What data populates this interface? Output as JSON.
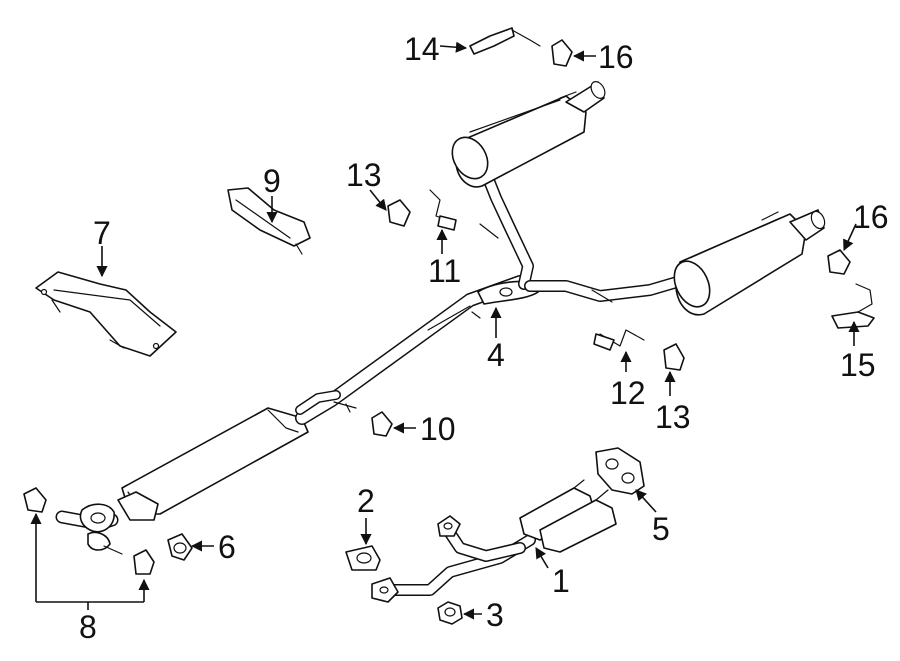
{
  "diagram": {
    "callouts": {
      "c1": "1",
      "c2": "2",
      "c3": "3",
      "c4": "4",
      "c5": "5",
      "c6": "6",
      "c7": "7",
      "c8": "8",
      "c9": "9",
      "c10": "10",
      "c11": "11",
      "c12": "12",
      "c13a": "13",
      "c13b": "13",
      "c14": "14",
      "c15": "15",
      "c16a": "16",
      "c16b": "16"
    }
  }
}
